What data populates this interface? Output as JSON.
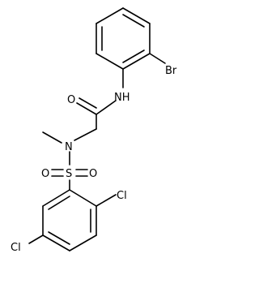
{
  "molecule": {
    "atoms": {
      "br": "Br",
      "nh": "NH",
      "o_amide": "O",
      "n_sulfonamide": "N",
      "s": "S",
      "o_s_left": "O",
      "o_s_right": "O",
      "cl_top": "Cl",
      "cl_bottom": "Cl"
    }
  }
}
